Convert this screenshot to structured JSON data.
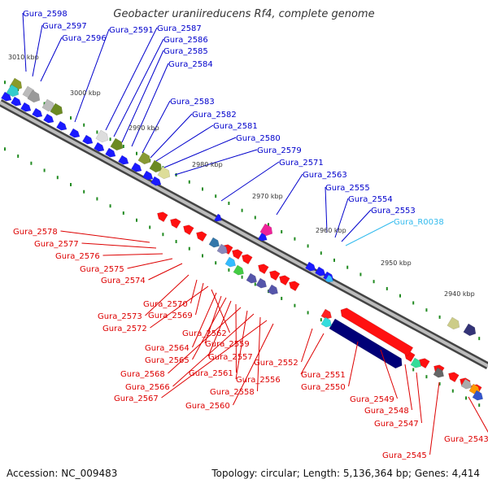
{
  "title": "Geobacter uraniireducens Rf4, complete genome",
  "footer": {
    "accession": "Accession: NC_009483",
    "summary": "Topology: circular; Length: 5,136,364 bp; Genes: 4,414"
  },
  "colors": {
    "forward_label": "#0000cc",
    "reverse_label": "#dd0000",
    "rna_label": "#33bbee",
    "backbone": "#888888",
    "tick": "#228b22"
  },
  "scale_ticks": [
    "3010 kbp",
    "3000 kbp",
    "2990 kbp",
    "2980 kbp",
    "2970 kbp",
    "2960 kbp",
    "2950 kbp",
    "2940 kbp"
  ],
  "top_labels": [
    "Gura_2598",
    "Gura_2597",
    "Gura_2596",
    "Gura_2591",
    "Gura_2587",
    "Gura_2586",
    "Gura_2585",
    "Gura_2584",
    "Gura_2583",
    "Gura_2582",
    "Gura_2581",
    "Gura_2580",
    "Gura_2579",
    "Gura_2571",
    "Gura_2563",
    "Gura_2555",
    "Gura_2554",
    "Gura_2553",
    "Gura_R0038"
  ],
  "bottom_labels": [
    "Gura_2578",
    "Gura_2577",
    "Gura_2576",
    "Gura_2575",
    "Gura_2574",
    "Gura_2573",
    "Gura_2570",
    "Gura_2569",
    "Gura_2572",
    "Gura_2562",
    "Gura_2564",
    "Gura_2559",
    "Gura_2565",
    "Gura_2557",
    "Gura_2561",
    "Gura_2568",
    "Gura_2556",
    "Gura_2566",
    "Gura_2558",
    "Gura_2567",
    "Gura_2560",
    "Gura_2552",
    "Gura_2551",
    "Gura_2550",
    "Gura_2549",
    "Gura_2548",
    "Gura_2547",
    "Gura_2545",
    "Gura_2543"
  ]
}
